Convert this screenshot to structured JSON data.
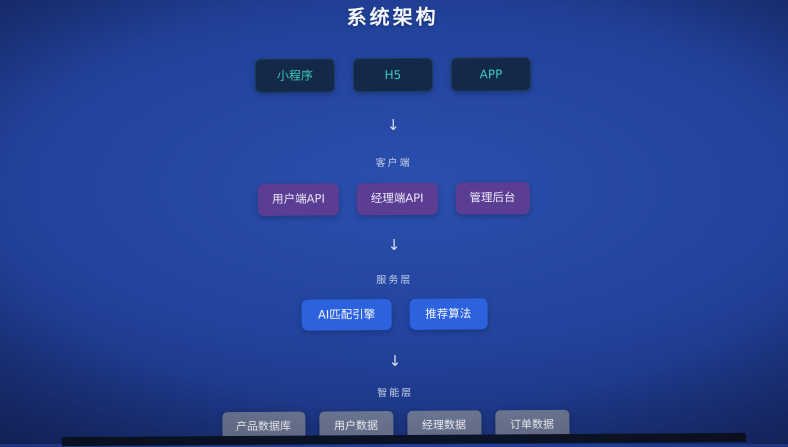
{
  "title": "系统架构",
  "arrow_glyph": "↓",
  "layers": {
    "client_apps": {
      "boxes": [
        {
          "label": "小程序"
        },
        {
          "label": "H5"
        },
        {
          "label": "APP"
        }
      ]
    },
    "client": {
      "label": "客户端",
      "boxes": [
        {
          "label": "用户端API"
        },
        {
          "label": "经理端API"
        },
        {
          "label": "管理后台"
        }
      ]
    },
    "service": {
      "label": "服务层",
      "boxes": [
        {
          "label": "AI匹配引擎"
        },
        {
          "label": "推荐算法"
        }
      ]
    },
    "intelligence": {
      "label": "智能层",
      "boxes": [
        {
          "label": "产品数据库"
        },
        {
          "label": "用户数据"
        },
        {
          "label": "经理数据"
        },
        {
          "label": "订单数据"
        }
      ]
    }
  },
  "colors": {
    "background_center": "#2a4fae",
    "background_edge": "#141f4e",
    "teal_text": "#3bc9b4",
    "purple_box": "#5b3e93",
    "blue_box": "#2d62de",
    "gray_box": "#7c8494",
    "label_text": "#c6d2e8"
  }
}
